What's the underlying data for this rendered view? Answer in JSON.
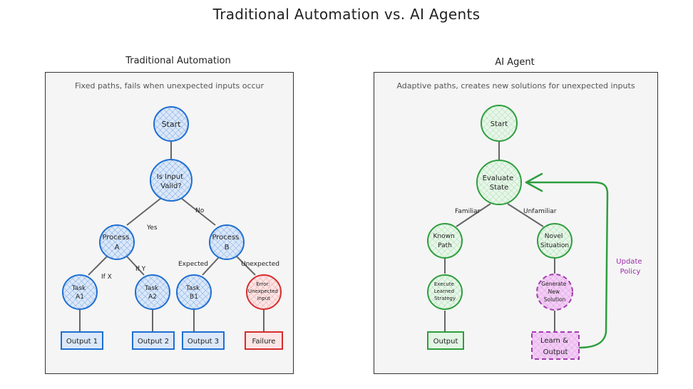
{
  "title": "Traditional Automation vs. AI Agents",
  "left": {
    "title": "Traditional Automation",
    "subtitle": "Fixed paths, fails when unexpected inputs occur",
    "nodes": {
      "start": [
        "Start"
      ],
      "valid": [
        "Is Input",
        "Valid?"
      ],
      "procA": [
        "Process",
        "A"
      ],
      "procB": [
        "Process",
        "B"
      ],
      "taskA1": [
        "Task",
        "A1"
      ],
      "taskA2": [
        "Task",
        "A2"
      ],
      "taskB1": [
        "Task",
        "B1"
      ],
      "error": [
        "Error:",
        "Unexpected",
        "Input"
      ],
      "out1": "Output 1",
      "out2": "Output 2",
      "out3": "Output 3",
      "failure": "Failure"
    },
    "edges": {
      "yes": "Yes",
      "no": "No",
      "ifx": "If X",
      "ify": "If Y",
      "expected": "Expected",
      "unexpected": "Unexpected"
    }
  },
  "right": {
    "title": "AI Agent",
    "subtitle": "Adaptive paths, creates new solutions for unexpected inputs",
    "nodes": {
      "start": [
        "Start"
      ],
      "evaluate": [
        "Evaluate",
        "State"
      ],
      "known": [
        "Known",
        "Path"
      ],
      "novel": [
        "Novel",
        "Situation"
      ],
      "execute": [
        "Execute",
        "Learned",
        "Strategy"
      ],
      "generate": [
        "Generate",
        "New",
        "Solution"
      ],
      "output": "Output",
      "learn": [
        "Learn &",
        "Output"
      ]
    },
    "edges": {
      "familiar": "Familiar",
      "unfamiliar": "Unfamiliar",
      "update": [
        "Update",
        "Policy"
      ]
    }
  },
  "colors": {
    "blue": "#1f6fd1",
    "blue_fill": "#cfe0f7",
    "red": "#d62d2d",
    "red_fill": "#f9dede",
    "green": "#2e9e3e",
    "green_fill": "#e3f5e4",
    "pink": "#a23bb0",
    "pink_fill": "#f2c7f4",
    "update_text": "#9b2aa8"
  }
}
